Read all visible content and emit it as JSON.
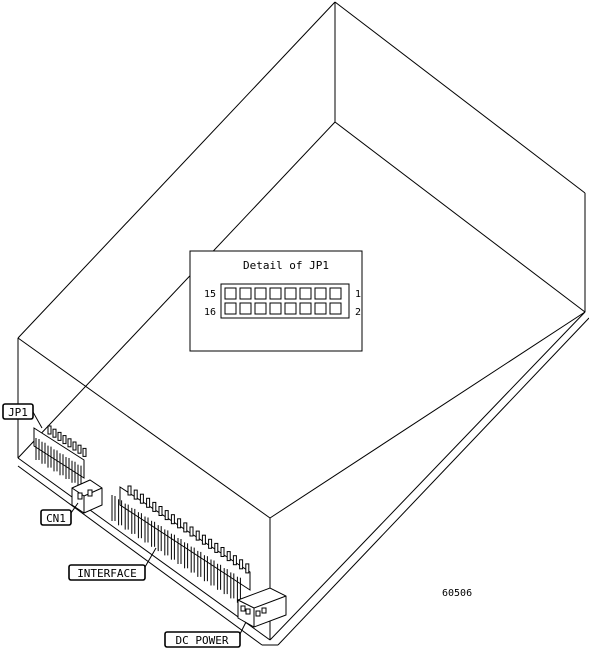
{
  "detail": {
    "title": "Detail of JP1",
    "row_top_left": "15",
    "row_top_right": "1",
    "row_bottom_left": "16",
    "row_bottom_right": "2",
    "pins_per_row": 8
  },
  "callouts": {
    "jp1": "JP1",
    "cn1": "CN1",
    "interface": "INTERFACE",
    "dc_power": "DC POWER"
  },
  "figure_number": "60506"
}
